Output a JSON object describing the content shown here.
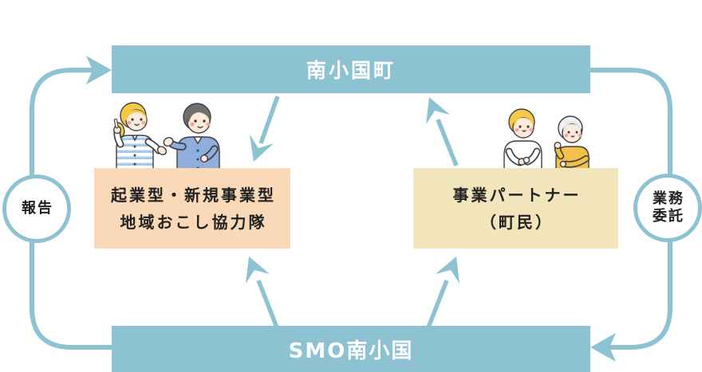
{
  "diagram": {
    "top_bar": {
      "label": "南小国町"
    },
    "bottom_bar": {
      "label": "SMO南小国"
    },
    "left_box": {
      "lines": [
        "起業型・新規事業型",
        "地域おこし協力隊"
      ]
    },
    "right_box": {
      "lines": [
        "事業パートナー",
        "（町民）"
      ]
    },
    "left_badge": {
      "label": "報告"
    },
    "right_badge": {
      "lines": [
        "業務",
        "委託"
      ]
    },
    "colors": {
      "primary_blue": "#8DC2D3",
      "left_box_bg": "#FAD9B9",
      "right_box_bg": "#F3E5BB",
      "badge_bg": "#FFFFFF",
      "text_dark": "#222222",
      "text_white": "#FFFFFF",
      "illustration_yellow": "#F5C945",
      "illustration_blue_shirt": "#8FAEDB",
      "illustration_skin": "#FCEADA"
    }
  }
}
